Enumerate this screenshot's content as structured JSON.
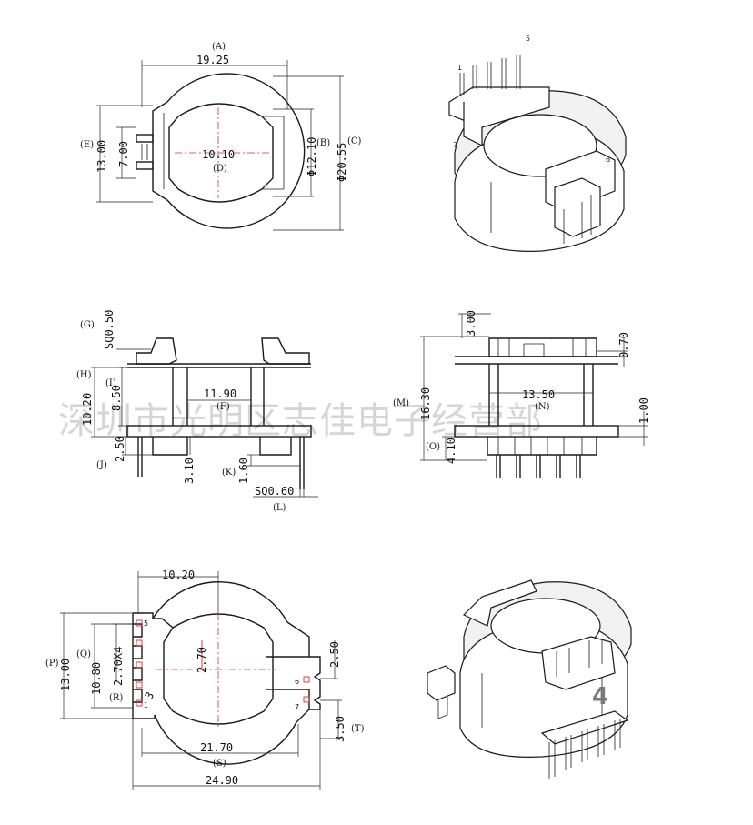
{
  "top_view": {
    "A": {
      "value": "19.25",
      "letter": "(A)"
    },
    "B": {
      "value": "Φ12.10",
      "letter": "(B)"
    },
    "C": {
      "value": "Φ20.55",
      "letter": "(C)"
    },
    "D": {
      "value": "10.10",
      "letter": "(D)"
    },
    "E": {
      "value": "13.00",
      "letter": "(E)"
    },
    "E2": {
      "value": "7.00"
    }
  },
  "side_view": {
    "G": {
      "value": "SQ0.50",
      "letter": "(G)"
    },
    "H": {
      "value": "10.20",
      "letter": "(H)"
    },
    "I": {
      "value": "8.50",
      "letter": "(I)"
    },
    "F": {
      "value": "11.90",
      "letter": "(F)"
    },
    "J": {
      "value": "2.50",
      "letter": "(J)"
    },
    "J2": {
      "value": "3.10"
    },
    "K": {
      "value": "1.60",
      "letter": "(K)"
    },
    "L": {
      "value": "SQ0.60",
      "letter": "(L)"
    }
  },
  "front_view": {
    "M": {
      "value": "16.30",
      "letter": "(M)"
    },
    "top": {
      "value": "3.00"
    },
    "right_top": {
      "value": "0.70"
    },
    "N": {
      "value": "13.50",
      "letter": "(N)"
    },
    "right_mid": {
      "value": "1.00"
    },
    "O": {
      "value": "4.10",
      "letter": "(O)"
    }
  },
  "bottom_view": {
    "top_width": {
      "value": "10.20"
    },
    "P": {
      "value": "13.00",
      "letter": "(P)"
    },
    "Q": {
      "value": "10.80",
      "letter": "(Q)"
    },
    "pitch": {
      "value": "2.70X4"
    },
    "R": {
      "value": "3",
      "letter": "(R)"
    },
    "center": {
      "value": "2.70"
    },
    "right_pitch": {
      "value": "2.50"
    },
    "T": {
      "value": "3.50",
      "letter": "(T)"
    },
    "S": {
      "value": "21.70",
      "letter": "(S)"
    },
    "overall": {
      "value": "24.90"
    },
    "pins": [
      "1",
      "5",
      "6",
      "7"
    ]
  },
  "iso_top": {
    "pins": [
      "1",
      "5",
      "6",
      "7"
    ]
  },
  "iso_bottom": {
    "label": "4"
  },
  "watermark": "深圳市光明区志佳电子经营部",
  "colors": {
    "line": "#1a1a1a",
    "centerline": "#e0262a",
    "watermark": "#000000"
  }
}
